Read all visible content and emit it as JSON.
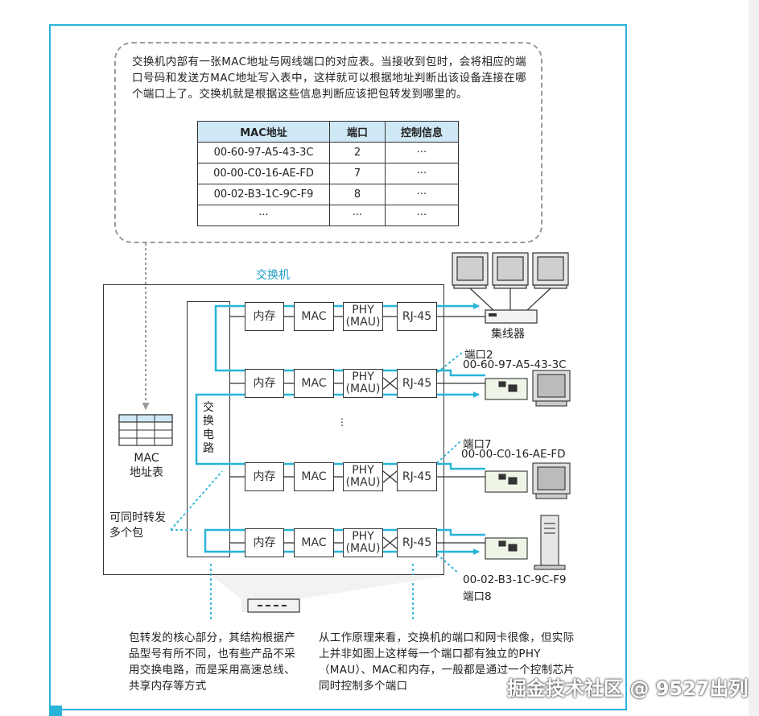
{
  "callout": {
    "text": "交换机内部有一张MAC地址与网线端口的对应表。当接收到包时，会将相应的端口号码和发送方MAC地址写入表中，这样就可以根据地址判断出该设备连接在哪个端口上了。交换机就是根据这些信息判断应该把包转发到哪里的。"
  },
  "mac_table": {
    "headers": [
      "MAC地址",
      "端口",
      "控制信息"
    ],
    "rows": [
      [
        "00-60-97-A5-43-3C",
        "2",
        "···"
      ],
      [
        "00-00-C0-16-AE-FD",
        "7",
        "···"
      ],
      [
        "00-02-B3-1C-9C-F9",
        "8",
        "···"
      ],
      [
        "···",
        "···",
        "···"
      ]
    ]
  },
  "switch": {
    "title": "交换机",
    "circuit_label": "交换电路",
    "vertical_dots": "⋮",
    "rows": [
      {
        "mem": "内存",
        "mac": "MAC",
        "phy": "PHY\n(MAU)",
        "rj": "RJ-45"
      },
      {
        "mem": "内存",
        "mac": "MAC",
        "phy": "PHY\n(MAU)",
        "rj": "RJ-45"
      },
      {
        "mem": "内存",
        "mac": "MAC",
        "phy": "PHY\n(MAU)",
        "rj": "RJ-45"
      },
      {
        "mem": "内存",
        "mac": "MAC",
        "phy": "PHY\n(MAU)",
        "rj": "RJ-45"
      }
    ]
  },
  "labels": {
    "mac_table_label": "MAC\n地址表",
    "multi_forward": "可同时转发\n多个包",
    "hub": "集线器",
    "port2_name": "端口2",
    "port2_mac": "00-60-97-A5-43-3C",
    "port7_name": "端口7",
    "port7_mac": "00-00-C0-16-AE-FD",
    "port8_mac": "00-02-B3-1C-9C-F9",
    "port8_name": "端口8"
  },
  "notes": {
    "left": "包转发的核心部分，其结构根据产品型号有所不同，也有些产品不采用交换电路，而是采用高速总线、共享内存等方式",
    "right": "从工作原理来看，交换机的端口和网卡很像，但实际上并非如图上这样每一个端口都有独立的PHY（MAU）、MAC和内存，一般都是通过一个控制芯片同时控制多个端口"
  },
  "watermark": "掘金技术社区 @ 9527出列",
  "colors": {
    "accent": "#27b4d8",
    "table_header": "#cfe8f5"
  }
}
